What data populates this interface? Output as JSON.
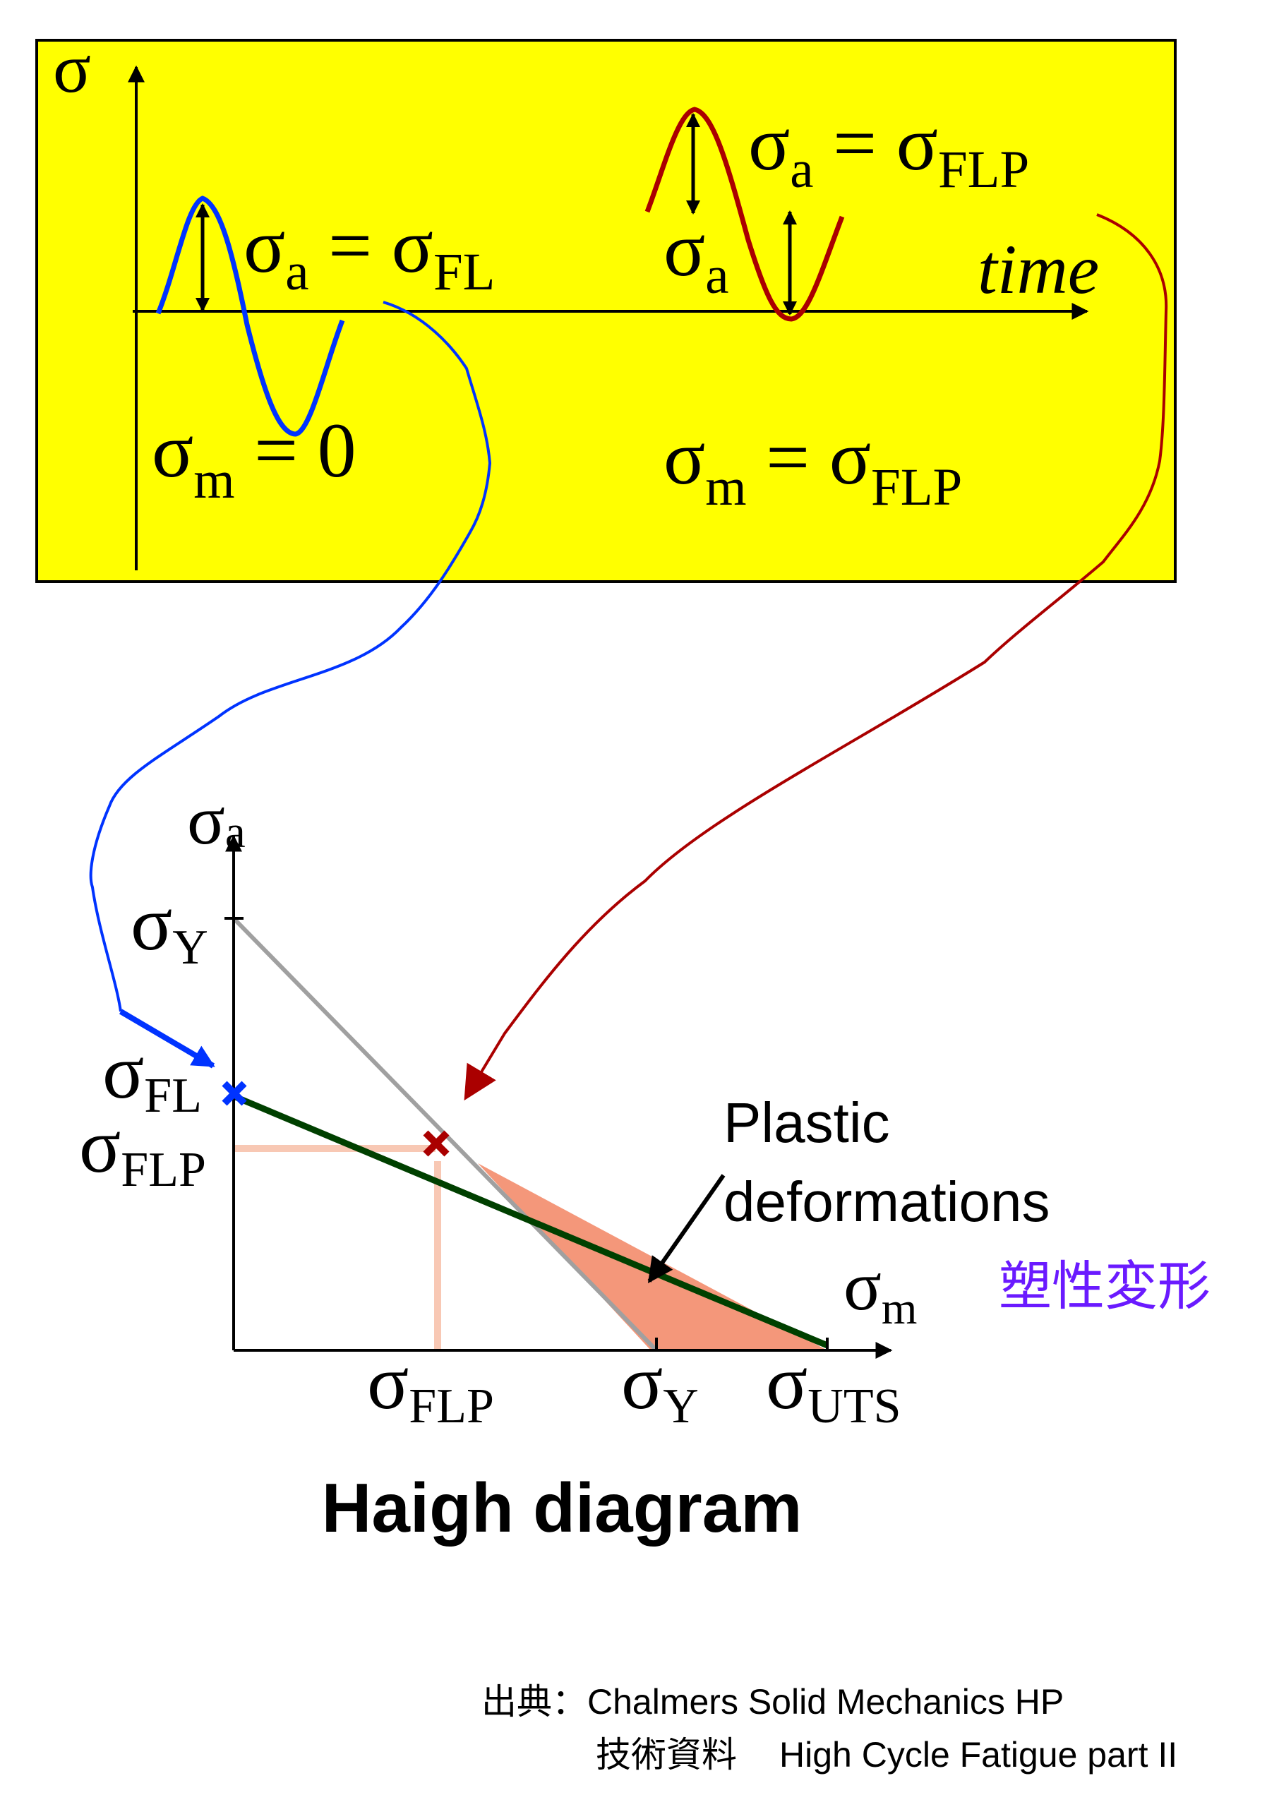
{
  "top_panel": {
    "axis_label": "σ",
    "time_label": "time",
    "left_case": {
      "amp_sym": "σ",
      "amp_sub": "a",
      "eq": " = ",
      "val_sym": "σ",
      "val_sub": "FL",
      "mean_sym": "σ",
      "mean_sub": "m",
      "mean_eq": " = 0"
    },
    "right_case": {
      "amp_sym": "σ",
      "amp_sub": "a",
      "eq": " = ",
      "val_sym": "σ",
      "val_sub": "FLP",
      "amp2_sym": "σ",
      "amp2_sub": "a",
      "mean_sym": "σ",
      "mean_sub": "m",
      "mean_eq": " = ",
      "mean_val_sym": "σ",
      "mean_val_sub": "FLP"
    },
    "background": "#ffff00"
  },
  "haigh": {
    "y_axis": {
      "sym": "σ",
      "sub": "a"
    },
    "x_axis": {
      "sym": "σ",
      "sub": "m"
    },
    "y_labels": [
      {
        "sym": "σ",
        "sub": "Y"
      },
      {
        "sym": "σ",
        "sub": "FL"
      },
      {
        "sym": "σ",
        "sub": "FLP"
      }
    ],
    "x_labels": [
      {
        "sym": "σ",
        "sub": "FLP"
      },
      {
        "sym": "σ",
        "sub": "Y"
      },
      {
        "sym": "σ",
        "sub": "UTS"
      }
    ],
    "annotation_line1": "Plastic",
    "annotation_line2": "deformations",
    "annotation_jp": "塑性変形",
    "colors": {
      "goodman": "#004000",
      "yield": "#a0a0a0",
      "plastic": "#f4977a",
      "flp_guide": "#f8c8b4",
      "blue": "#0033ff",
      "red": "#aa0000",
      "jp": "#6a1aff"
    }
  },
  "title": "Haigh diagram",
  "source": {
    "line1_label": "出典：",
    "line1": "Chalmers Solid Mechanics HP",
    "line2_label": "技術資料",
    "line2": "High Cycle Fatigue part II"
  }
}
